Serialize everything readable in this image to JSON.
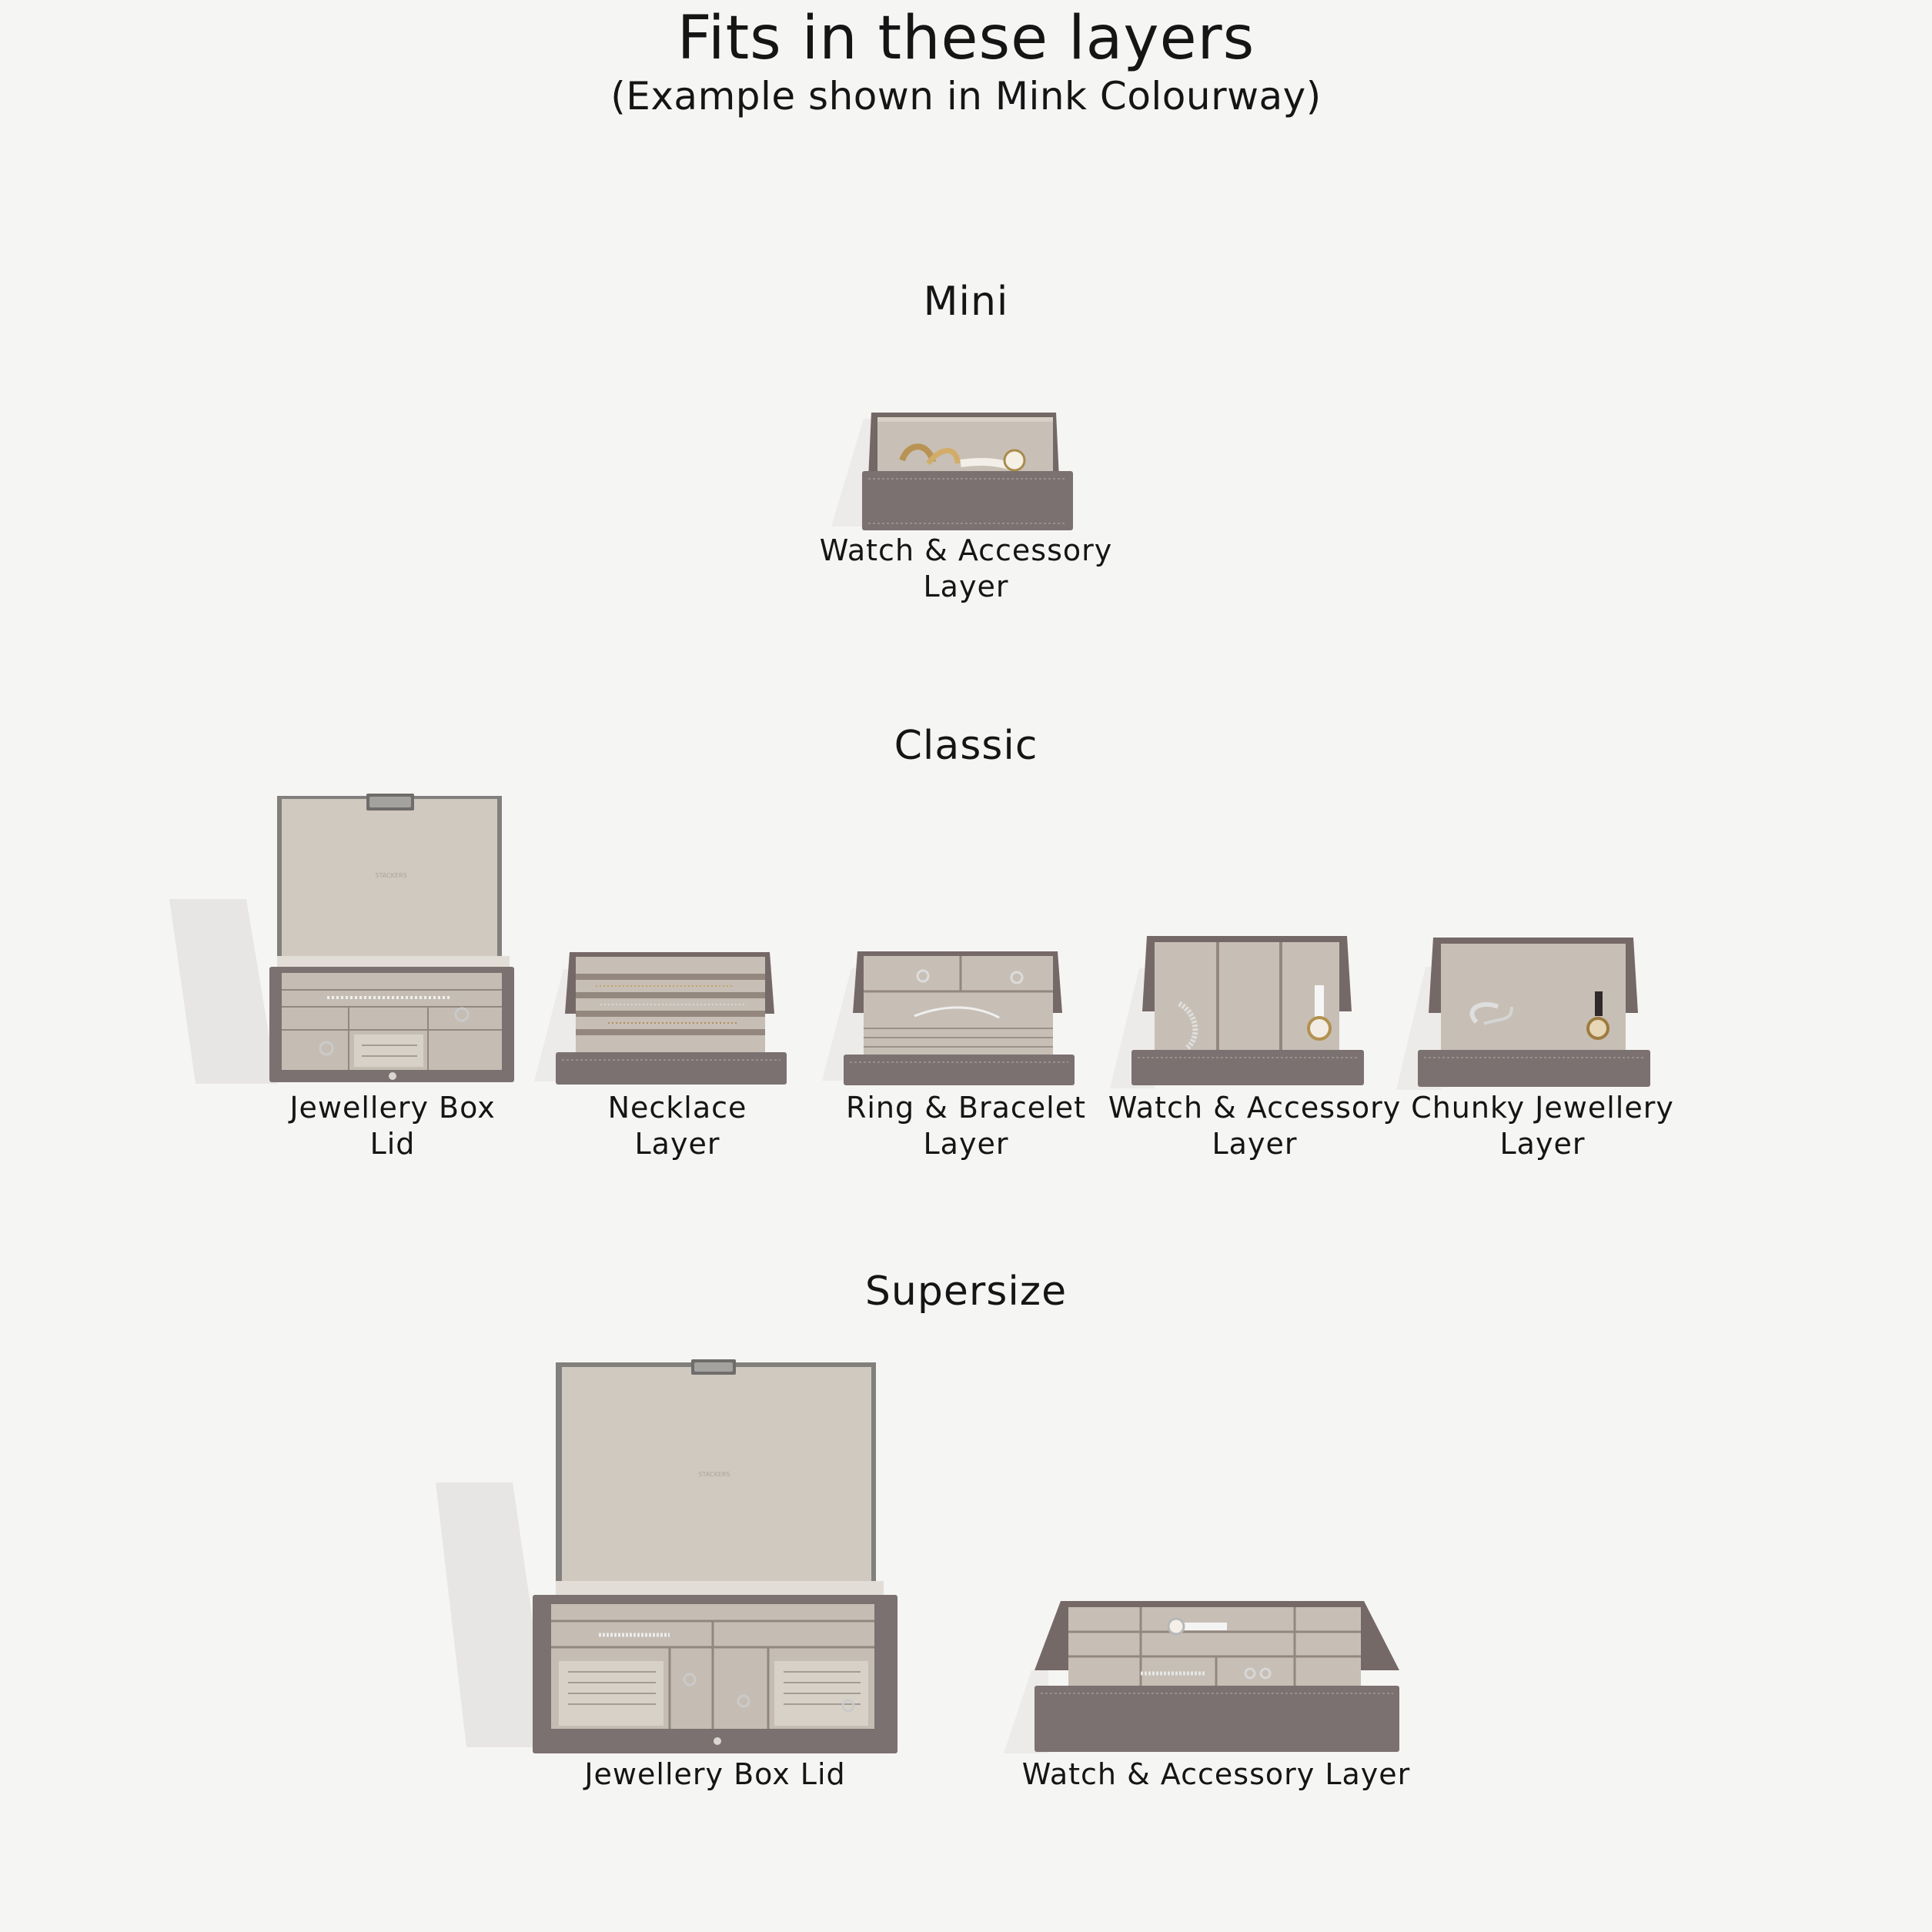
{
  "header": {
    "title": "Fits in these layers",
    "subtitle": "(Example shown in Mink Colourway)"
  },
  "sections": [
    {
      "heading": "Mini",
      "items": [
        {
          "line1": "Watch & Accessory",
          "line2": "Layer"
        }
      ]
    },
    {
      "heading": "Classic",
      "items": [
        {
          "line1": "Jewellery Box",
          "line2": "Lid"
        },
        {
          "line1": "Necklace",
          "line2": "Layer"
        },
        {
          "line1": "Ring & Bracelet",
          "line2": "Layer"
        },
        {
          "line1": "Watch & Accessory",
          "line2": "Layer"
        },
        {
          "line1": "Chunky Jewellery",
          "line2": "Layer"
        }
      ]
    },
    {
      "heading": "Supersize",
      "items": [
        {
          "line1": "Jewellery Box Lid"
        },
        {
          "line1": "Watch & Accessory Layer"
        }
      ]
    }
  ],
  "colors": {
    "background": "#f5f5f4",
    "mink_exterior": "#7b7170",
    "mink_inner_rim": "#756967",
    "lining": "#c9c1b8",
    "lining_light": "#d8d1c8",
    "shadow": "#e7e5e3"
  }
}
